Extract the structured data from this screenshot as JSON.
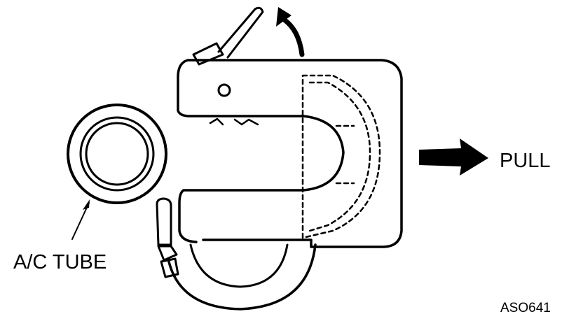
{
  "labels": {
    "pull": "PULL",
    "ac_tube": "A/C TUBE",
    "figure_code": "ASO641"
  },
  "colors": {
    "ink": "#000000",
    "background": "#ffffff"
  }
}
